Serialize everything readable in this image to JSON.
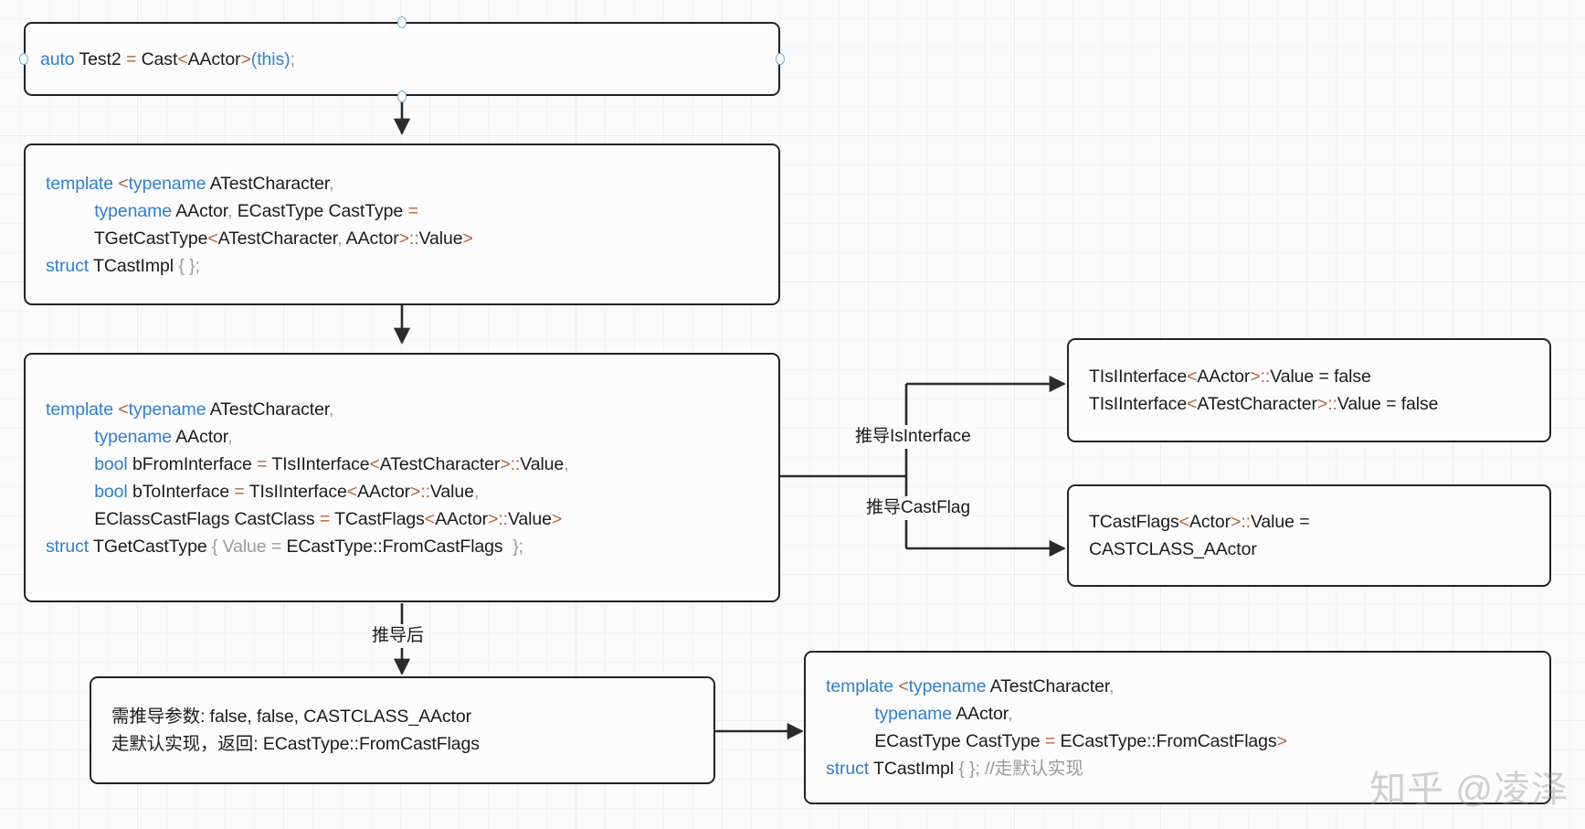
{
  "diagram": {
    "title": "Cast<AActor>(this) template deduction flow",
    "background_color": "#fbfbfb",
    "grid_color": "#ececec",
    "node_border_color": "#1f2328",
    "keyword_color": "#2f7fd1",
    "angle_bracket_color": "#b5643a",
    "dim_color": "#9a9a9a"
  },
  "nodes": [
    {
      "id": "node-cast-call",
      "name": "cast-call-box",
      "lines": [
        [
          {
            "t": "auto ",
            "c": "kw"
          },
          {
            "t": "Test2 ",
            "c": "plain"
          },
          {
            "t": "= ",
            "c": "ang"
          },
          {
            "t": "Cast",
            "c": "plain"
          },
          {
            "t": "<",
            "c": "ang"
          },
          {
            "t": "AActor",
            "c": "plain"
          },
          {
            "t": ">",
            "c": "ang"
          },
          {
            "t": "(",
            "c": "kw"
          },
          {
            "t": "this",
            "c": "kw"
          },
          {
            "t": ")",
            "c": "kw"
          },
          {
            "t": ";",
            "c": "dim"
          }
        ]
      ]
    },
    {
      "id": "node-tcastimpl-decl",
      "name": "tcastimpl-declaration-box",
      "lines": [
        [
          {
            "t": "template ",
            "c": "kw"
          },
          {
            "t": "<",
            "c": "ang"
          },
          {
            "t": "typename ",
            "c": "kw"
          },
          {
            "t": "ATestCharacter",
            "c": "plain"
          },
          {
            "t": ",",
            "c": "dim"
          }
        ],
        [
          {
            "t": "          ",
            "c": "plain"
          },
          {
            "t": "typename ",
            "c": "kw"
          },
          {
            "t": "AActor",
            "c": "plain"
          },
          {
            "t": ",",
            "c": "dim"
          },
          {
            "t": " ECastType CastType ",
            "c": "plain"
          },
          {
            "t": "=",
            "c": "ang"
          }
        ],
        [
          {
            "t": "          ",
            "c": "plain"
          },
          {
            "t": "TGetCastType",
            "c": "plain"
          },
          {
            "t": "<",
            "c": "ang"
          },
          {
            "t": "ATestCharacter",
            "c": "plain"
          },
          {
            "t": ",",
            "c": "dim"
          },
          {
            "t": " AActor",
            "c": "plain"
          },
          {
            "t": ">",
            "c": "ang"
          },
          {
            "t": "::",
            "c": "ang"
          },
          {
            "t": "Value",
            "c": "plain"
          },
          {
            "t": ">",
            "c": "ang"
          }
        ],
        [
          {
            "t": "struct ",
            "c": "kw"
          },
          {
            "t": "TCastImpl ",
            "c": "plain"
          },
          {
            "t": "{ }",
            "c": "dim"
          },
          {
            "t": ";",
            "c": "dim"
          }
        ]
      ]
    },
    {
      "id": "node-tgetcasttype-decl",
      "name": "tgetcasttype-declaration-box",
      "lines": [
        [
          {
            "t": "template ",
            "c": "kw"
          },
          {
            "t": "<",
            "c": "ang"
          },
          {
            "t": "typename ",
            "c": "kw"
          },
          {
            "t": "ATestCharacter",
            "c": "plain"
          },
          {
            "t": ",",
            "c": "dim"
          }
        ],
        [
          {
            "t": "          ",
            "c": "plain"
          },
          {
            "t": "typename ",
            "c": "kw"
          },
          {
            "t": "AActor",
            "c": "plain"
          },
          {
            "t": ",",
            "c": "dim"
          }
        ],
        [
          {
            "t": "          ",
            "c": "plain"
          },
          {
            "t": "bool ",
            "c": "kw"
          },
          {
            "t": "bFromInterface ",
            "c": "plain"
          },
          {
            "t": "= ",
            "c": "ang"
          },
          {
            "t": "TIsIInterface",
            "c": "plain"
          },
          {
            "t": "<",
            "c": "ang"
          },
          {
            "t": "ATestCharacter",
            "c": "plain"
          },
          {
            "t": ">",
            "c": "ang"
          },
          {
            "t": "::",
            "c": "ang"
          },
          {
            "t": "Value",
            "c": "plain"
          },
          {
            "t": ",",
            "c": "dim"
          }
        ],
        [
          {
            "t": "          ",
            "c": "plain"
          },
          {
            "t": "bool ",
            "c": "kw"
          },
          {
            "t": "bToInterface ",
            "c": "plain"
          },
          {
            "t": "= ",
            "c": "ang"
          },
          {
            "t": "TIsIInterface",
            "c": "plain"
          },
          {
            "t": "<",
            "c": "ang"
          },
          {
            "t": "AActor",
            "c": "plain"
          },
          {
            "t": ">",
            "c": "ang"
          },
          {
            "t": "::",
            "c": "ang"
          },
          {
            "t": "Value",
            "c": "plain"
          },
          {
            "t": ",",
            "c": "dim"
          }
        ],
        [
          {
            "t": "          ",
            "c": "plain"
          },
          {
            "t": "EClassCastFlags CastClass ",
            "c": "plain"
          },
          {
            "t": "= ",
            "c": "ang"
          },
          {
            "t": "TCastFlags",
            "c": "plain"
          },
          {
            "t": "<",
            "c": "ang"
          },
          {
            "t": "AActor",
            "c": "plain"
          },
          {
            "t": ">",
            "c": "ang"
          },
          {
            "t": "::",
            "c": "ang"
          },
          {
            "t": "Value",
            "c": "plain"
          },
          {
            "t": ">",
            "c": "ang"
          }
        ],
        [
          {
            "t": "struct ",
            "c": "kw"
          },
          {
            "t": "TGetCastType ",
            "c": "plain"
          },
          {
            "t": "{ ",
            "c": "dim"
          },
          {
            "t": "Value ",
            "c": "dim"
          },
          {
            "t": "= ",
            "c": "dim"
          },
          {
            "t": "ECastType::FromCastFlags ",
            "c": "plain"
          },
          {
            "t": " };",
            "c": "dim"
          }
        ]
      ]
    },
    {
      "id": "node-isinterface-result",
      "name": "isinterface-result-box",
      "lines": [
        [
          {
            "t": "TIsIInterface",
            "c": "plain"
          },
          {
            "t": "<",
            "c": "ang"
          },
          {
            "t": "AActor",
            "c": "plain"
          },
          {
            "t": ">",
            "c": "ang"
          },
          {
            "t": "::",
            "c": "ang"
          },
          {
            "t": "Value = false",
            "c": "plain"
          }
        ],
        [
          {
            "t": "TIsIInterface",
            "c": "plain"
          },
          {
            "t": "<",
            "c": "ang"
          },
          {
            "t": "ATestCharacter",
            "c": "plain"
          },
          {
            "t": ">",
            "c": "ang"
          },
          {
            "t": "::",
            "c": "ang"
          },
          {
            "t": "Value = false",
            "c": "plain"
          }
        ]
      ]
    },
    {
      "id": "node-castflags-result",
      "name": "castflags-result-box",
      "lines": [
        [
          {
            "t": "TCastFlags",
            "c": "plain"
          },
          {
            "t": "<",
            "c": "ang"
          },
          {
            "t": "Actor",
            "c": "plain"
          },
          {
            "t": ">",
            "c": "ang"
          },
          {
            "t": "::",
            "c": "ang"
          },
          {
            "t": "Value =",
            "c": "plain"
          }
        ],
        [
          {
            "t": "CASTCLASS_AActor",
            "c": "plain"
          }
        ]
      ]
    },
    {
      "id": "node-deduced-params",
      "name": "deduced-params-box",
      "lines": [
        [
          {
            "t": "需推导参数: false, false, CASTCLASS_AActor",
            "c": "plain"
          }
        ],
        [
          {
            "t": "走默认实现，返回: ECastType::FromCastFlags",
            "c": "plain"
          }
        ]
      ]
    },
    {
      "id": "node-final-tcastimpl",
      "name": "final-tcastimpl-box",
      "lines": [
        [
          {
            "t": "template ",
            "c": "kw"
          },
          {
            "t": "<",
            "c": "ang"
          },
          {
            "t": "typename ",
            "c": "kw"
          },
          {
            "t": "ATestCharacter",
            "c": "plain"
          },
          {
            "t": ",",
            "c": "dim"
          }
        ],
        [
          {
            "t": "          ",
            "c": "plain"
          },
          {
            "t": "typename ",
            "c": "kw"
          },
          {
            "t": "AActor",
            "c": "plain"
          },
          {
            "t": ",",
            "c": "dim"
          }
        ],
        [
          {
            "t": "          ",
            "c": "plain"
          },
          {
            "t": "ECastType CastType ",
            "c": "plain"
          },
          {
            "t": "= ",
            "c": "ang"
          },
          {
            "t": "ECastType::FromCastFlags",
            "c": "plain"
          },
          {
            "t": ">",
            "c": "ang"
          }
        ],
        [
          {
            "t": "struct ",
            "c": "kw"
          },
          {
            "t": "TCastImpl ",
            "c": "plain"
          },
          {
            "t": "{ }",
            "c": "dim"
          },
          {
            "t": "; ",
            "c": "dim"
          },
          {
            "t": "//走默认实现",
            "c": "dim"
          }
        ]
      ]
    }
  ],
  "edge_labels": [
    {
      "id": "label-isinterface",
      "name": "edge-label-isinterface",
      "text": "推导IsInterface"
    },
    {
      "id": "label-castflag",
      "name": "edge-label-castflag",
      "text": "推导CastFlag"
    },
    {
      "id": "label-after",
      "name": "edge-label-after",
      "text": "推导后"
    }
  ],
  "watermark": {
    "text": "知乎 @凌泽"
  }
}
